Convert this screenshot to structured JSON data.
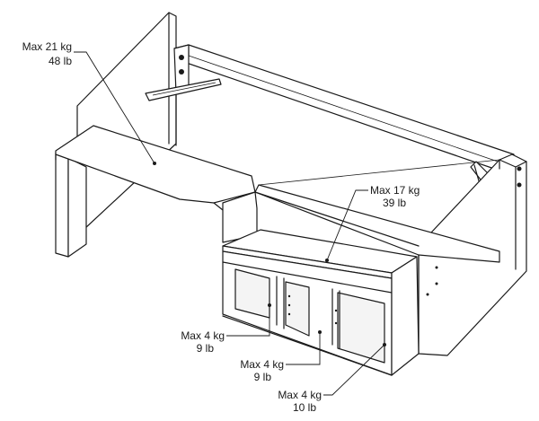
{
  "labels": [
    {
      "kg": "Max 21 kg",
      "lb": "48 lb"
    },
    {
      "kg": "Max 17 kg",
      "lb": "39 lb"
    },
    {
      "kg": "Max 4 kg",
      "lb": "9 lb"
    },
    {
      "kg": "Max 4 kg",
      "lb": "9 lb"
    },
    {
      "kg": "Max 4 kg",
      "lb": "10 lb"
    }
  ]
}
